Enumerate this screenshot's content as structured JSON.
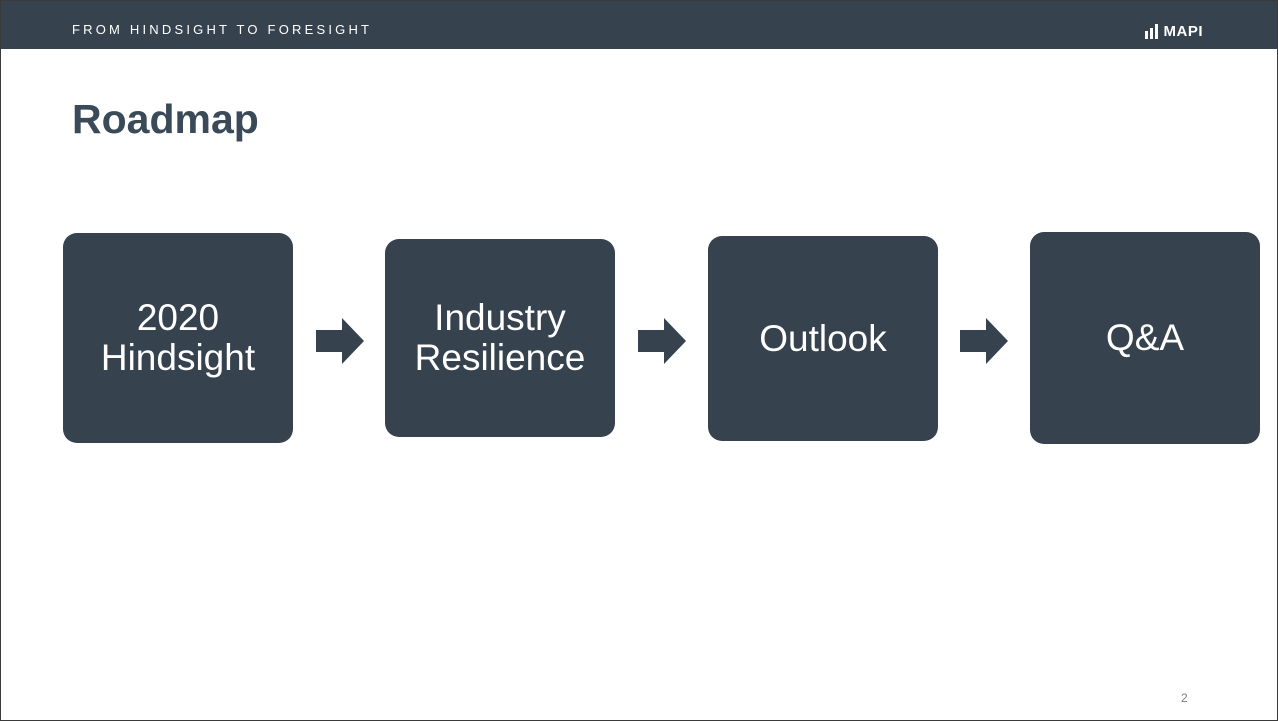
{
  "header": {
    "title": "FROM HINDSIGHT TO FORESIGHT",
    "logo_text": "MAPI",
    "background_color": "#36424e"
  },
  "slide": {
    "title": "Roadmap",
    "page_number": "2"
  },
  "roadmap": {
    "box_color": "#36424e",
    "steps": [
      {
        "label": "2020\nHindsight"
      },
      {
        "label": "Industry\nResilience"
      },
      {
        "label": "Outlook"
      },
      {
        "label": "Q&A"
      }
    ]
  }
}
